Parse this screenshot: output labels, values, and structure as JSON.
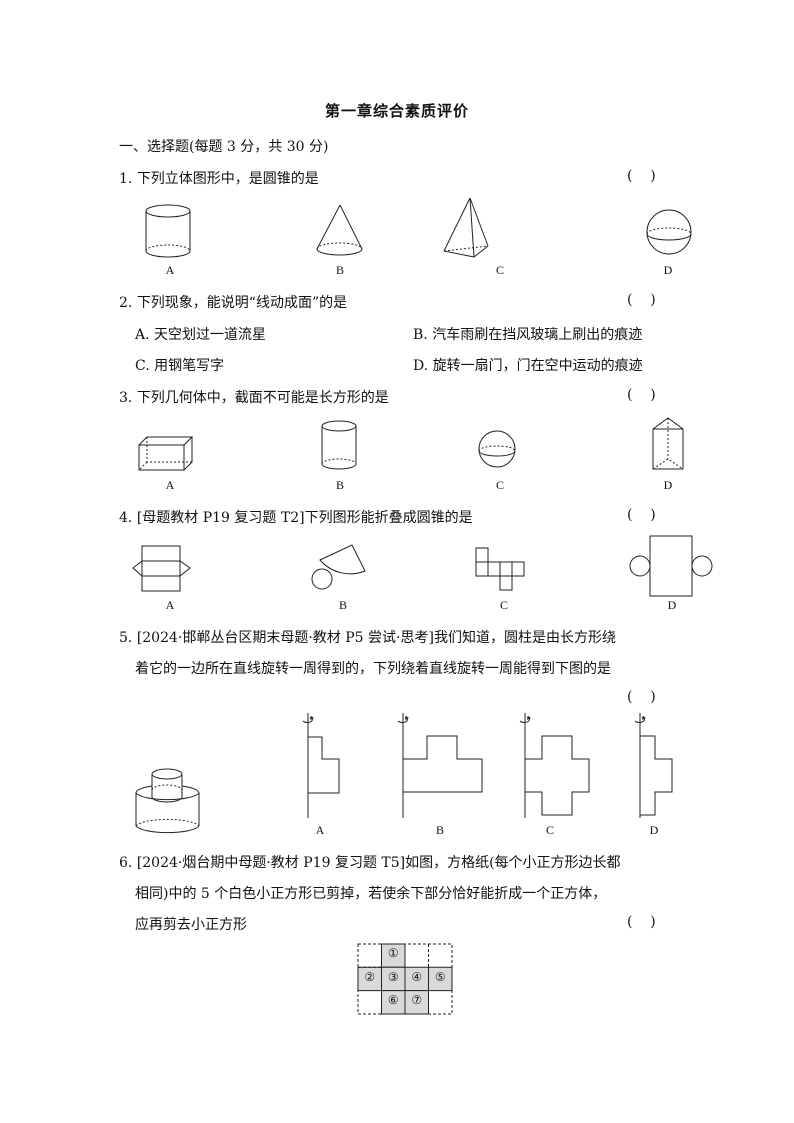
{
  "title": "第一章综合素质评价",
  "section": "一、选择题(每题 3 分，共 30 分)",
  "answer_blank": "(    )",
  "questions": [
    {
      "number": "1.",
      "stem": "下列立体图形中，是圆锥的是",
      "options": [
        {
          "label": "A",
          "figure": "cylinder"
        },
        {
          "label": "B",
          "figure": "cone"
        },
        {
          "label": "C",
          "figure": "triangular-pyramid"
        },
        {
          "label": "D",
          "figure": "sphere"
        }
      ]
    },
    {
      "number": "2.",
      "stem": "下列现象，能说明“线动成面”的是",
      "options": [
        {
          "label": "A",
          "text": "A. 天空划过一道流星"
        },
        {
          "label": "B",
          "text": "B. 汽车雨刷在挡风玻璃上刷出的痕迹"
        },
        {
          "label": "C",
          "text": "C. 用钢笔写字"
        },
        {
          "label": "D",
          "text": "D. 旋转一扇门，门在空中运动的痕迹"
        }
      ]
    },
    {
      "number": "3.",
      "stem": "下列几何体中，截面不可能是长方形的是",
      "options": [
        {
          "label": "A",
          "figure": "cuboid"
        },
        {
          "label": "B",
          "figure": "cylinder"
        },
        {
          "label": "C",
          "figure": "sphere"
        },
        {
          "label": "D",
          "figure": "triangular-prism"
        }
      ]
    },
    {
      "number": "4.",
      "stem": "[母题教材 P19 复习题 T2]下列图形能折叠成圆锥的是",
      "options": [
        {
          "label": "A",
          "figure": "prism-net"
        },
        {
          "label": "B",
          "figure": "sector-circle-net"
        },
        {
          "label": "C",
          "figure": "cube-net"
        },
        {
          "label": "D",
          "figure": "cylinder-net"
        }
      ]
    },
    {
      "number": "5.",
      "stem_line1": "[2024·邯郸丛台区期末母题·教材 P5 尝试·思考]我们知道，圆柱是由长方形绕",
      "stem_line2": "着它的一边所在直线旋转一周得到的，下列绕着直线旋转一周能得到下图的是",
      "options": [
        {
          "label": "A",
          "figure": "profile-a"
        },
        {
          "label": "B",
          "figure": "profile-b"
        },
        {
          "label": "C",
          "figure": "profile-c"
        },
        {
          "label": "D",
          "figure": "profile-d"
        }
      ]
    },
    {
      "number": "6.",
      "stem_line1": "[2024·烟台期中母题·教材 P19 复习题 T5]如图，方格纸(每个小正方形边长都",
      "stem_line2": "相同)中的 5 个白色小正方形已剪掉，若使余下部分恰好能折成一个正方体，",
      "stem_line3": "应再剪去小正方形",
      "grid_labels": [
        "①",
        "②",
        "③",
        "④",
        "⑤",
        "⑥",
        "⑦"
      ]
    }
  ],
  "colors": {
    "text": "#111111",
    "grid_fill": "#d9d9d9",
    "line": "#222222"
  }
}
